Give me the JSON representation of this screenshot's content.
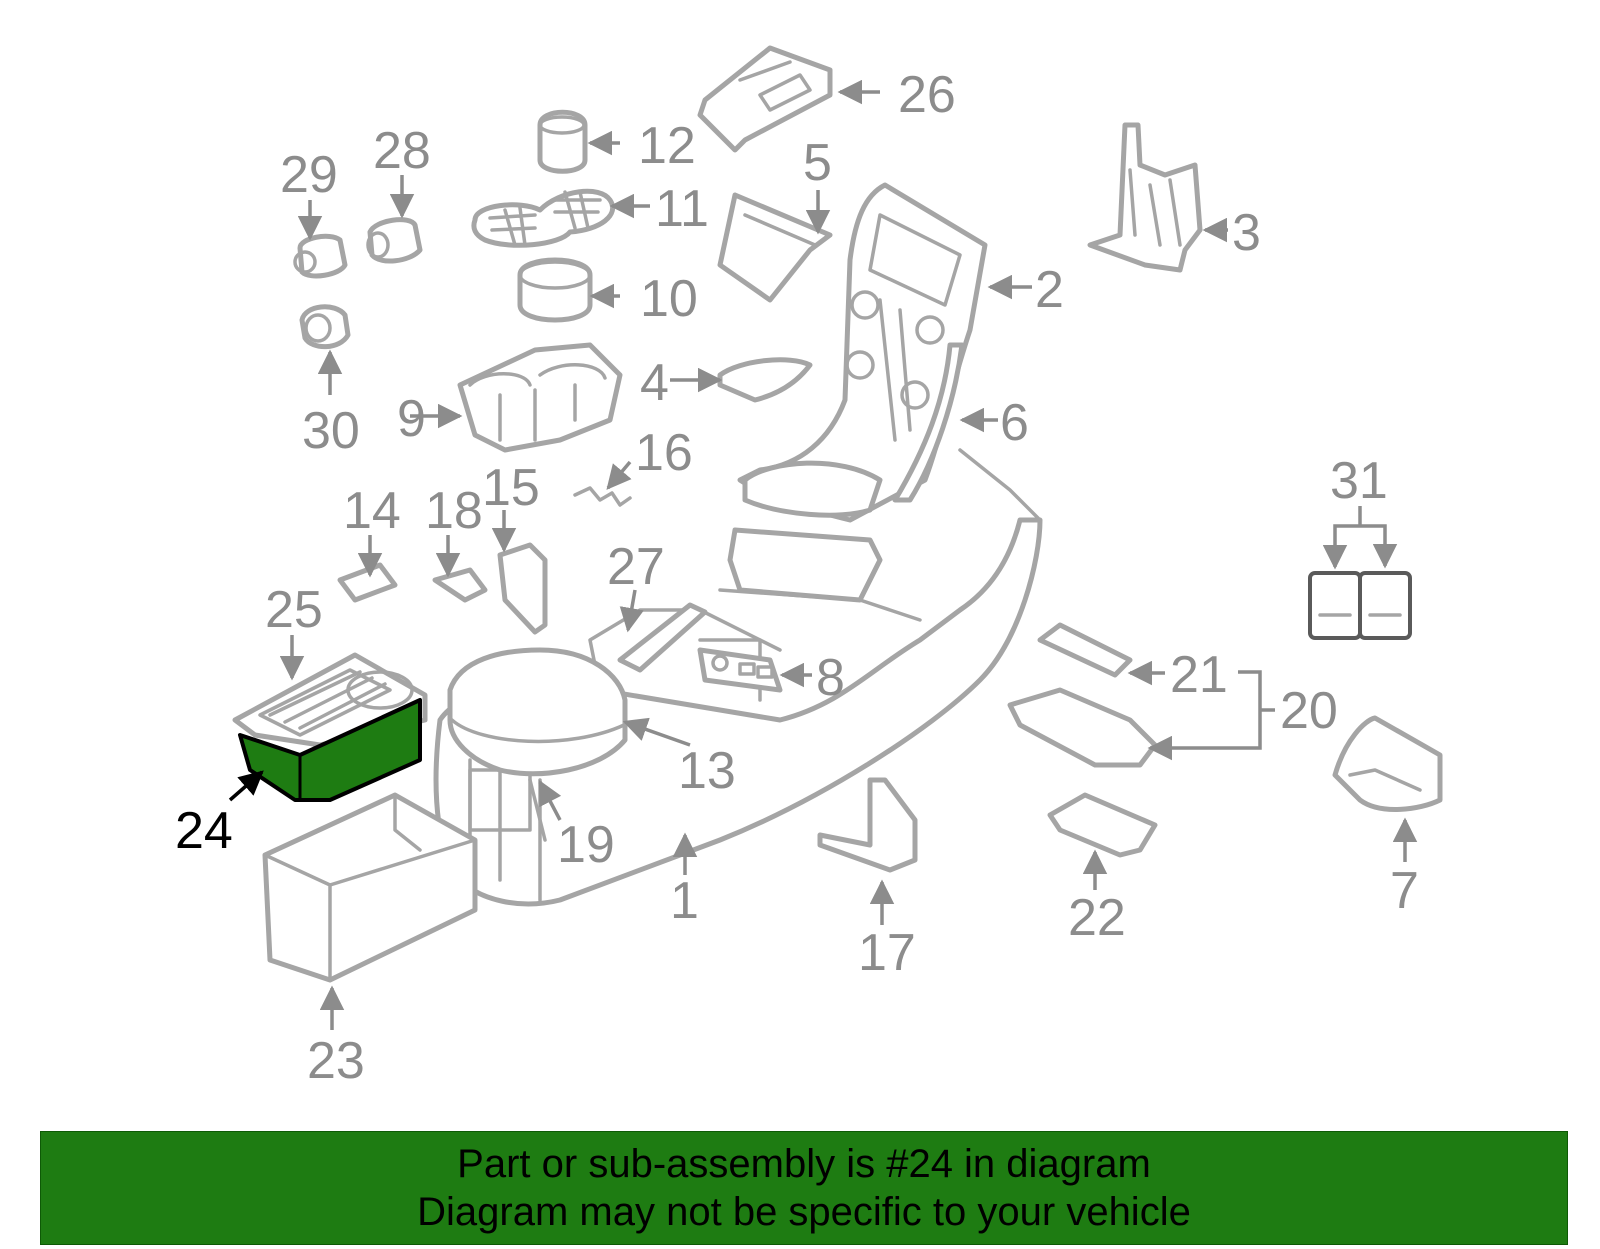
{
  "diagram": {
    "highlighted_part": "24",
    "highlight_color": "#1e7c12",
    "labels": {
      "p1": "1",
      "p2": "2",
      "p3": "3",
      "p4": "4",
      "p5": "5",
      "p6": "6",
      "p7": "7",
      "p8": "8",
      "p9": "9",
      "p10": "10",
      "p11": "11",
      "p12": "12",
      "p13": "13",
      "p14": "14",
      "p15": "15",
      "p16": "16",
      "p17": "17",
      "p18": "18",
      "p19": "19",
      "p20": "20",
      "p21": "21",
      "p22": "22",
      "p23": "23",
      "p24": "24",
      "p25": "25",
      "p26": "26",
      "p27": "27",
      "p28": "28",
      "p29": "29",
      "p30": "30",
      "p31": "31"
    }
  },
  "footer": {
    "line1": "Part or sub-assembly is #24 in diagram",
    "line2": "Diagram may not be specific to your vehicle",
    "background_color": "#1e7c12"
  }
}
